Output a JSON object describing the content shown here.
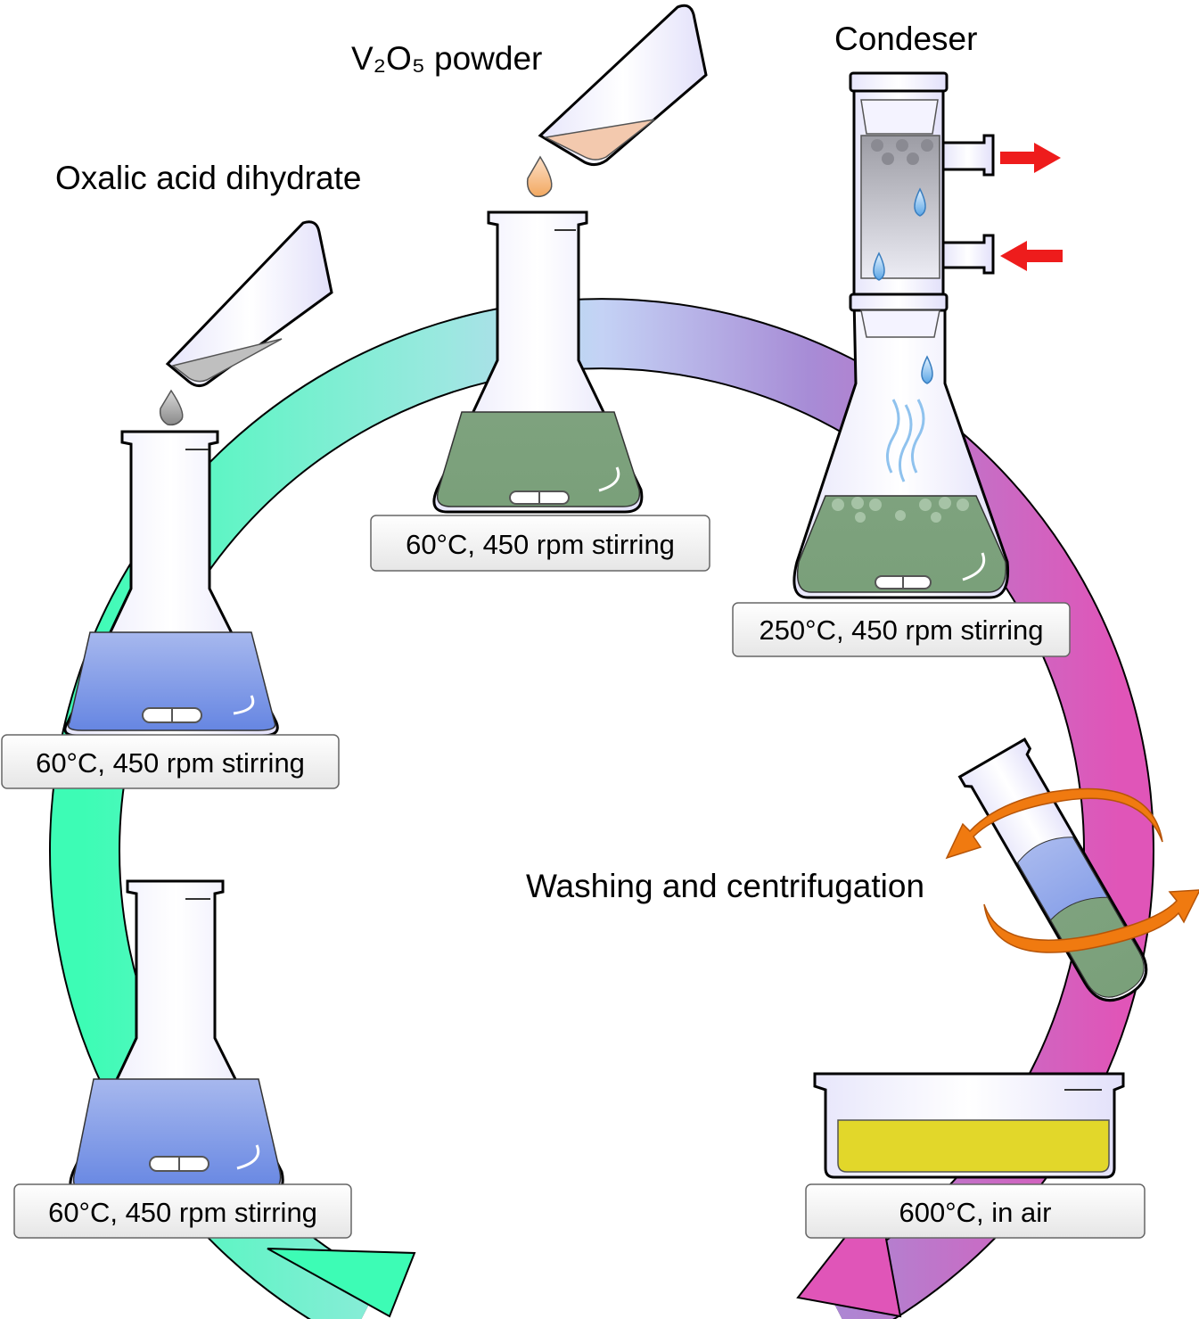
{
  "labels": {
    "oxalic": "Oxalic acid dihydrate",
    "v2o5": "V₂O₅ powder",
    "condenser": "Condeser",
    "washing": "Washing and centrifugation"
  },
  "steps": {
    "step1": "60°C, 450 rpm stirring",
    "step2": "60°C, 450 rpm stirring",
    "step3": "60°C, 450 rpm stirring",
    "step4": "250°C, 450 rpm stirring",
    "step5": "600°C, in air"
  },
  "colors": {
    "arrow_start": "#3dfcb5",
    "arrow_mid": "#c4d2f5",
    "arrow_purple": "#a78cd6",
    "arrow_end": "#e055b8",
    "blue_solution": "#7e9ae6",
    "green_solution": "#7aa07a",
    "yellow_product": "#e2d72a",
    "v2o5_powder": "#f3c9ae",
    "oxalic_powder": "#bfbfbf",
    "flow_arrow": "#ee1c1c",
    "rotation_arrow": "#f07a10"
  },
  "icons": {
    "flask": "erlenmeyer-flask-icon",
    "weighing_boat": "weighing-boat-icon",
    "condenser": "condenser-icon",
    "centrifuge_tube": "centrifuge-tube-icon",
    "crucible": "crucible-icon"
  }
}
